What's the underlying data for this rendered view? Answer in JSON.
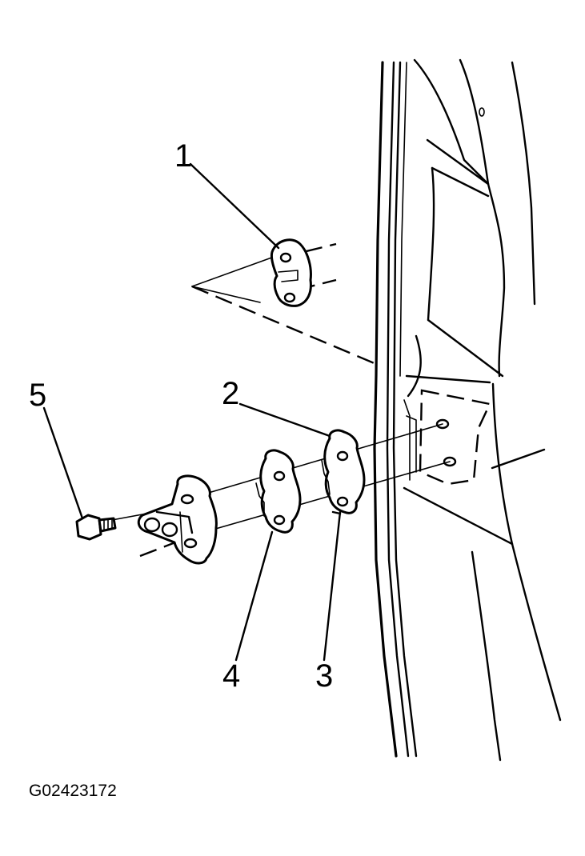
{
  "callouts": {
    "c1": "1",
    "c2": "2",
    "c3": "3",
    "c4": "4",
    "c5": "5"
  },
  "figure_code": "G02423172",
  "colors": {
    "ink": "#000000",
    "paper": "#ffffff"
  }
}
